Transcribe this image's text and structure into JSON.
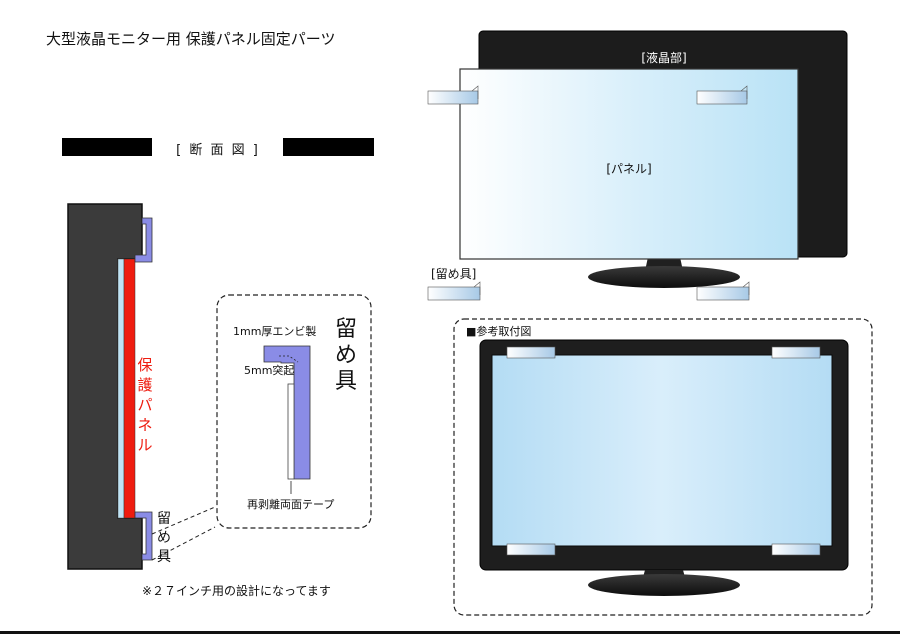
{
  "title": "大型液晶モニター用 保護パネル固定パーツ",
  "cross_section": {
    "heading": "[ 断 面 図 ]",
    "panel_label": "保護パネル",
    "bracket_label": "留め具"
  },
  "detail": {
    "thickness_label": "1mm厚エンビ製",
    "protrusion_label": "5mm突起",
    "tape_label": "再剥離両面テープ",
    "part_name": "留め具"
  },
  "note": "※２７インチ用の設計になってます",
  "exploded": {
    "lcd_label": "[液晶部]",
    "panel_label": "[パネル]",
    "bracket_label": "[留め具]"
  },
  "mounted": {
    "heading": "■参考取付図"
  },
  "colors": {
    "panel_red": "#ee1c10",
    "bracket_blue": "#8a8ce6",
    "panel_blue": "#c8e8f8",
    "bezel": "#222222"
  }
}
